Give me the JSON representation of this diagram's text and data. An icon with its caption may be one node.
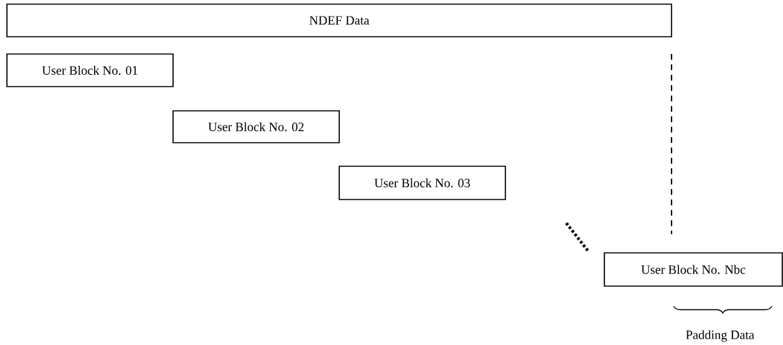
{
  "diagram": {
    "nodes": [
      {
        "text": [
          "NDEF Data"
        ]
      },
      {
        "text": [
          "User Block No. 01"
        ]
      },
      {
        "text": [
          "User Block No. 02"
        ]
      },
      {
        "text": [
          "User Block No. 03"
        ]
      },
      {
        "text": [
          "User Block No. Nbc"
        ]
      }
    ],
    "labels": [
      "Padding Data"
    ]
  }
}
